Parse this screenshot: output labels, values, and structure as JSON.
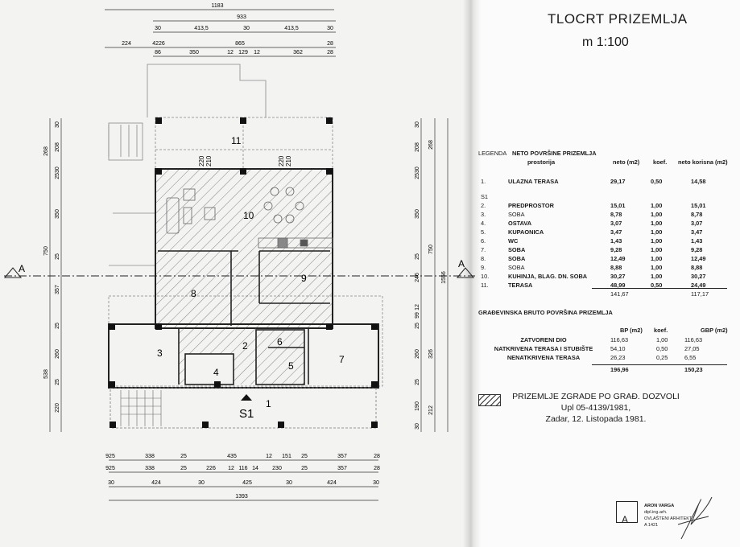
{
  "sheet": {
    "title": "TLOCRT PRIZEMLJA",
    "scale": "m 1:100"
  },
  "plan": {
    "section_label_left": "A",
    "section_label_right": "A",
    "entrance_label": "S1",
    "rooms": [
      "1",
      "2",
      "3",
      "4",
      "5",
      "6",
      "7",
      "8",
      "9",
      "10",
      "11"
    ],
    "door_heights": [
      [
        "220",
        "210"
      ],
      [
        "220",
        "210"
      ]
    ],
    "dims_top": [
      [
        "1183"
      ],
      [
        "933"
      ],
      [
        "30",
        "413,5",
        "30",
        "413,5",
        "30"
      ],
      [
        "224",
        "4226",
        "865",
        "28"
      ],
      [
        "86",
        "350",
        "12",
        "129",
        "12",
        "362",
        "28"
      ]
    ],
    "dims_bottom": [
      [
        "925",
        "338",
        "25",
        "435",
        "12",
        "151",
        "25",
        "357",
        "28"
      ],
      [
        "925",
        "338",
        "25",
        "226",
        "12",
        "116",
        "14",
        "230",
        "25",
        "357",
        "28"
      ],
      [
        "30",
        "424",
        "30",
        "425",
        "30",
        "424",
        "30"
      ],
      [
        "1393"
      ]
    ],
    "dims_left": [
      [
        "268",
        "750",
        "538"
      ],
      [
        "30",
        "208",
        "2530",
        "350",
        "25",
        "357",
        "25",
        "260",
        "25",
        "220"
      ]
    ],
    "dims_right": [
      [
        "30",
        "208",
        "2530",
        "350",
        "25",
        "246",
        "12",
        "99",
        "25",
        "260",
        "25",
        "190",
        "30"
      ],
      [
        "268",
        "750",
        "326",
        "212"
      ],
      [
        "1556"
      ]
    ]
  },
  "net_area": {
    "title_prefix": "LEGENDA",
    "title": "NETO POVRŠINE PRIZEMLJA",
    "col_room": "prostorija",
    "col_net": "neto (m2)",
    "col_coef": "koef.",
    "col_useful": "neto korisna (m2)",
    "rows": [
      {
        "no": "1.",
        "name": "ULAZNA TERASA",
        "net": "29,17",
        "coef": "0,50",
        "useful": "14,58"
      },
      {
        "no": "S1",
        "name": "",
        "net": "",
        "coef": "",
        "useful": ""
      },
      {
        "no": "2.",
        "name": "PREDPROSTOR",
        "net": "15,01",
        "coef": "1,00",
        "useful": "15,01"
      },
      {
        "no": "3.",
        "name": "SOBA",
        "net": "8,78",
        "coef": "1,00",
        "useful": "8,78"
      },
      {
        "no": "4.",
        "name": "OSTAVA",
        "net": "3,07",
        "coef": "1,00",
        "useful": "3,07"
      },
      {
        "no": "5.",
        "name": "KUPAONICA",
        "net": "3,47",
        "coef": "1,00",
        "useful": "3,47"
      },
      {
        "no": "6.",
        "name": "WC",
        "net": "1,43",
        "coef": "1,00",
        "useful": "1,43"
      },
      {
        "no": "7.",
        "name": "SOBA",
        "net": "9,28",
        "coef": "1,00",
        "useful": "9,28"
      },
      {
        "no": "8.",
        "name": "SOBA",
        "net": "12,49",
        "coef": "1,00",
        "useful": "12,49"
      },
      {
        "no": "9.",
        "name": "SOBA",
        "net": "8,88",
        "coef": "1,00",
        "useful": "8,88"
      },
      {
        "no": "10.",
        "name": "KUHINJA, BLAG. DN. SOBA",
        "net": "30,27",
        "coef": "1,00",
        "useful": "30,27"
      },
      {
        "no": "11.",
        "name": "TERASA",
        "net": "48,99",
        "coef": "0,50",
        "useful": "24,49"
      }
    ],
    "total_net": "141,67",
    "total_useful": "117,17"
  },
  "gross_area": {
    "title": "GRAĐEVINSKA BRUTO POVRŠINA PRIZEMLJA",
    "col_bp": "BP (m2)",
    "col_coef": "koef.",
    "col_gbp": "GBP (m2)",
    "rows": [
      {
        "name": "ZATVORENI DIO",
        "bp": "116,63",
        "coef": "1,00",
        "gbp": "116,63"
      },
      {
        "name": "NATKRIVENA TERASA I STUBIŠTE",
        "bp": "54,10",
        "coef": "0,50",
        "gbp": "27,05"
      },
      {
        "name": "NENATKRIVENA TERASA",
        "bp": "26,23",
        "coef": "0,25",
        "gbp": "6,55"
      }
    ],
    "total_bp": "196,96",
    "total_gbp": "150,23"
  },
  "legend_note": {
    "line1": "PRIZEMLJE ZGRADE PO GRAĐ. DOZVOLI",
    "line2": "Upl 05-4139/1981,",
    "line3": "Zadar, 12. Listopada 1981."
  },
  "stamp": {
    "letter": "A",
    "name": "ARON VARGA",
    "degree": "dipl.ing.arh.",
    "role": "OVLAŠTENI ARHITEKT",
    "number": "A 1421"
  }
}
